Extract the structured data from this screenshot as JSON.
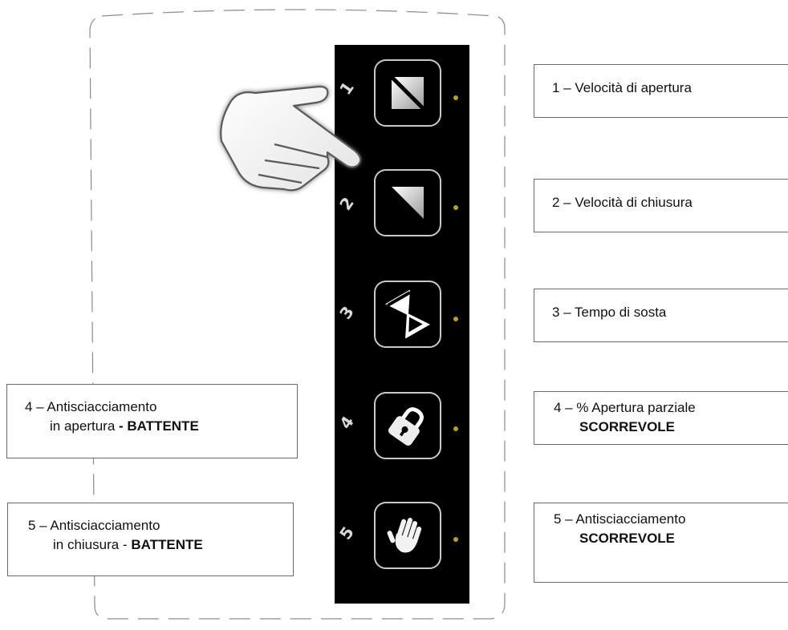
{
  "buttons": [
    {
      "number": "1",
      "icon": "opening-speed-icon"
    },
    {
      "number": "2",
      "icon": "closing-speed-icon"
    },
    {
      "number": "3",
      "icon": "hourglass-icon"
    },
    {
      "number": "4",
      "icon": "padlock-icon"
    },
    {
      "number": "5",
      "icon": "hand-icon"
    }
  ],
  "labels_right": [
    {
      "line1": "1 – Velocità di apertura"
    },
    {
      "line1": "2 – Velocità di chiusura"
    },
    {
      "line1": "3 – Tempo di sosta"
    },
    {
      "line1": "4 – % Apertura parziale",
      "line2_bold": "SCORREVOLE"
    },
    {
      "line1": "5 – Antisciacciamento",
      "line2_bold": "SCORREVOLE"
    }
  ],
  "labels_left": [
    {
      "line1": "4 – Antisciacciamento",
      "line2_prefix": "in apertura ",
      "line2_bold": "- BATTENTE"
    },
    {
      "line1": "5 – Antisciacciamento",
      "line2_prefix": "in chiusura - ",
      "line2_bold": "BATTENTE"
    }
  ],
  "colors": {
    "panel": "#000000",
    "button_border": "#c9c9c9",
    "led": "#b8a11d",
    "outline": "#8a8a8a"
  },
  "pointer_icon": "pointing-hand-icon"
}
